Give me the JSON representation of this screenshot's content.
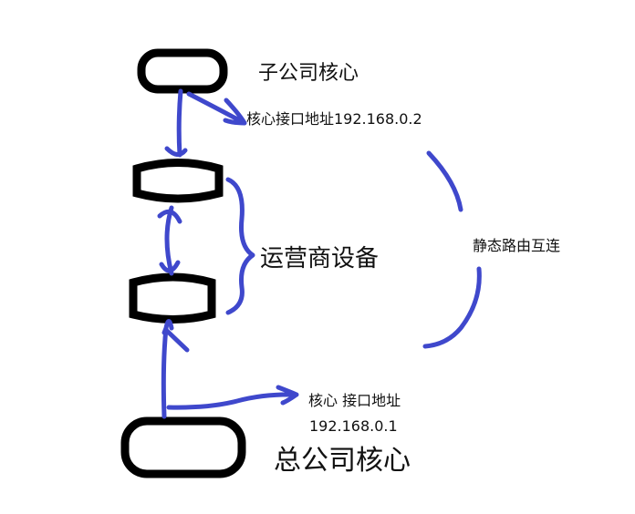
{
  "labels": {
    "branch_core": "子公司核心",
    "branch_iface": "核心接口地址192.168.0.2",
    "carrier": "运营商设备",
    "static_route": "静态路由互连",
    "hq_iface": "核心 接口地址",
    "hq_ip": "192.168.0.1",
    "hq_core": "总公司核心"
  },
  "colors": {
    "stroke": "#3f48cc",
    "device": "#000000"
  }
}
